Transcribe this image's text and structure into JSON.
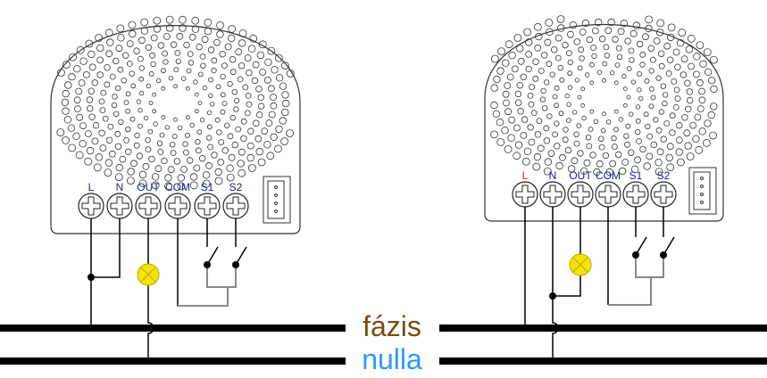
{
  "terminals": [
    "L",
    "N",
    "OUT",
    "COM",
    "S1",
    "S2"
  ],
  "bus": {
    "phase": "fázis",
    "neutral": "nulla"
  },
  "colors": {
    "phase_text": "#7a4a10",
    "neutral_text": "#2f96ff",
    "lamp": "#f4e400",
    "label_blue": "#1a237e",
    "label_red": "#c62828"
  }
}
